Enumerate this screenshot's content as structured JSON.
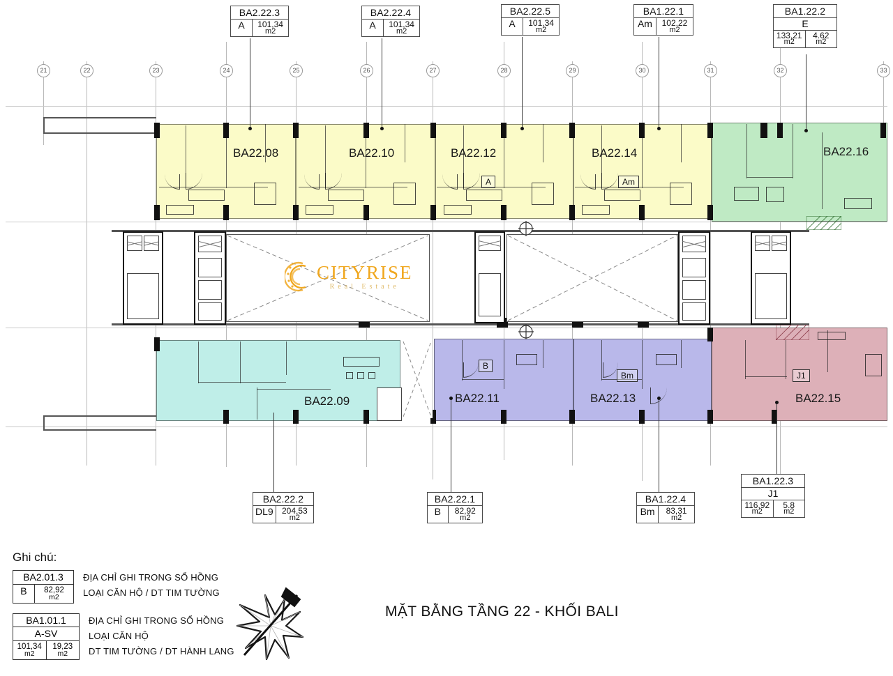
{
  "document": {
    "title": "MẶT BẰNG TẦNG 22 - KHỐI BALI",
    "watermark": {
      "main": "CITYRISE",
      "sub": "Real Estate",
      "color": "#f0a71e"
    }
  },
  "grid": {
    "bubbles": [
      "21",
      "22",
      "23",
      "24",
      "25",
      "26",
      "27",
      "28",
      "29",
      "30",
      "31",
      "32",
      "33"
    ]
  },
  "callouts": {
    "top": [
      {
        "code": "BA2.22.3",
        "type": "A",
        "area": "101,34",
        "unit": "m2"
      },
      {
        "code": "BA2.22.4",
        "type": "A",
        "area": "101,34",
        "unit": "m2"
      },
      {
        "code": "BA2.22.5",
        "type": "A",
        "area": "101,34",
        "unit": "m2"
      },
      {
        "code": "BA1.22.1",
        "type": "Am",
        "area": "102,22",
        "unit": "m2"
      },
      {
        "code": "BA1.22.2",
        "type": "E",
        "area": "133,21",
        "unit": "m2",
        "area2": "4.62",
        "unit2": "m2"
      }
    ],
    "bottom": [
      {
        "code": "BA2.22.2",
        "type": "DL9",
        "area": "204,53",
        "unit": "m2"
      },
      {
        "code": "BA2.22.1",
        "type": "B",
        "area": "82,92",
        "unit": "m2"
      },
      {
        "code": "BA1.22.4",
        "type": "Bm",
        "area": "83,31",
        "unit": "m2"
      },
      {
        "code": "BA1.22.3",
        "type": "J1",
        "area": "116,92",
        "unit": "m2",
        "area2": "5.8",
        "unit2": "m2"
      }
    ]
  },
  "units": [
    {
      "name": "BA22.08",
      "color": "#fbfbc8",
      "type": ""
    },
    {
      "name": "BA22.10",
      "color": "#fbfbc8",
      "type": ""
    },
    {
      "name": "BA22.12",
      "color": "#fbfbc8",
      "type": "A"
    },
    {
      "name": "BA22.14",
      "color": "#fbfbc8",
      "type": "Am"
    },
    {
      "name": "BA22.16",
      "color": "#bfeac4",
      "type": ""
    },
    {
      "name": "BA22.09",
      "color": "#bfeee8",
      "type": ""
    },
    {
      "name": "BA22.11",
      "color": "#b9b8ea",
      "type": "B"
    },
    {
      "name": "BA22.13",
      "color": "#b9b8ea",
      "type": "Bm"
    },
    {
      "name": "BA22.15",
      "color": "#ddb0b8",
      "type": "J1"
    }
  ],
  "legend": {
    "title": "Ghi chú:",
    "entries": [
      {
        "tag": {
          "code": "BA2.01.3",
          "type": "B",
          "area": "82,92",
          "unit": "m2"
        },
        "descriptions": [
          "ĐỊA CHỈ GHI TRONG SỔ HỒNG",
          "LOẠI CĂN HỘ / DT TIM TƯỜNG"
        ]
      },
      {
        "tag": {
          "code": "BA1.01.1",
          "type": "A-SV",
          "area": "101,34",
          "unit": "m2",
          "area2": "19,23",
          "unit2": "m2"
        },
        "descriptions": [
          "ĐỊA CHỈ GHI TRONG SỔ HỒNG",
          "LOẠI CĂN HỘ",
          "DT TIM TƯỜNG / DT HÀNH LANG"
        ]
      }
    ]
  }
}
